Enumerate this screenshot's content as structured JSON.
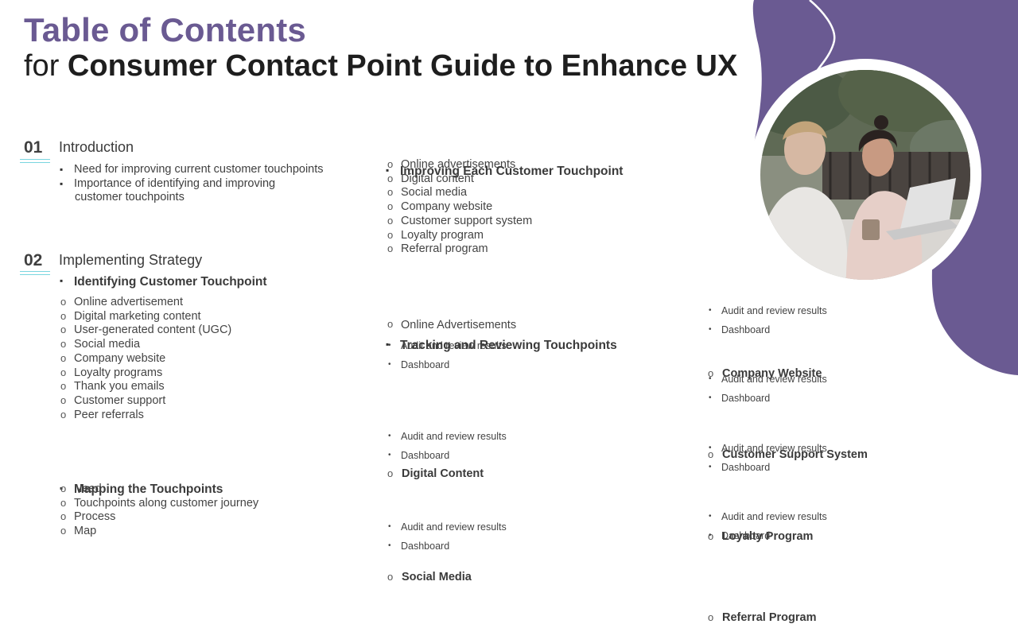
{
  "title": {
    "line1": "Table of Contents",
    "line2_prefix": "for",
    "line2_rest": "Consumer Contact Point Guide to Enhance UX"
  },
  "colors": {
    "accent": "#6a5a92",
    "rule": "#7ad6e0",
    "heading": "#1e1e1e"
  },
  "decor": {
    "shape_color": "#6a5a92",
    "photo_desc_icon": "photo-icon"
  },
  "sections": [
    {
      "number": "01",
      "title": "Introduction",
      "bullets": [
        "Need for improving current customer touchpoints",
        "Importance of identifying and improving",
        "customer touchpoints"
      ]
    },
    {
      "number": "02",
      "title": "Implementing Strategy",
      "subsections": [
        {
          "title": "Identifying Customer Touchpoint",
          "items": [
            "Online advertisement",
            "Digital marketing content",
            "User-generated content (UGC)",
            "Social media",
            "Company website",
            "Loyalty programs",
            "Thank you emails",
            "Customer support",
            "Peer referrals"
          ]
        },
        {
          "title": "Mapping the Touchpoints",
          "items": [
            "Need",
            "Touchpoints along customer journey",
            "Process",
            "Map"
          ]
        }
      ]
    }
  ],
  "improving": {
    "title": "Improving Each Customer Touchpoint",
    "items": [
      "Online advertisements",
      "Digital content",
      "Social media",
      "Company website",
      "Customer support system",
      "Loyalty program",
      "Referral program"
    ]
  },
  "tracking": {
    "title": "Tracking and Reviewing Touchpoints",
    "groups": [
      {
        "title": "Online Advertisements",
        "items": [
          "Audit and review  results",
          "Dashboard"
        ]
      },
      {
        "title": "Digital Content",
        "items": [
          "Audit and review  results",
          "Dashboard"
        ]
      },
      {
        "title": "Social Media",
        "items": [
          "Audit and review  results",
          "Dashboard"
        ]
      }
    ]
  },
  "right_groups": [
    {
      "title": "Company Website",
      "items": [
        "Audit and review  results",
        "Dashboard"
      ]
    },
    {
      "title": "Customer Support System",
      "items": [
        "Audit and review  results",
        "Dashboard"
      ]
    },
    {
      "title": "Loyalty Program",
      "items": [
        "Audit and review  results",
        "Dashboard"
      ]
    },
    {
      "title": "Referral Program",
      "items": [
        "Audit and review  results",
        "Dashboard"
      ]
    }
  ]
}
